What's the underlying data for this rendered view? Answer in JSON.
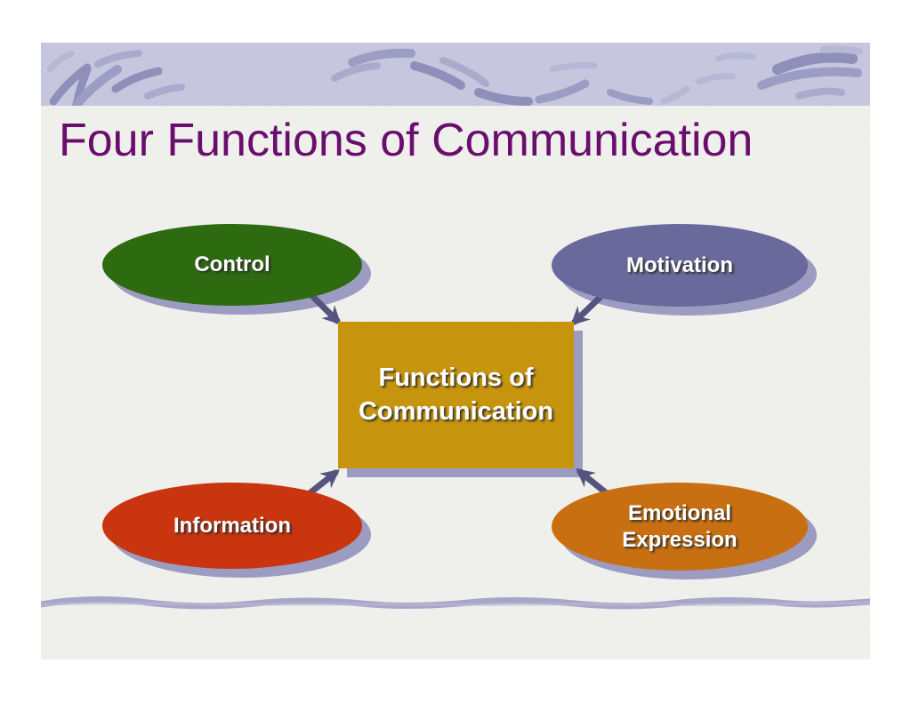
{
  "slide": {
    "title": "Four Functions of Communication",
    "center_box": {
      "label": "Functions of Communication",
      "color": "#c7940e"
    },
    "nodes": {
      "control": {
        "label": "Control",
        "color": "#2e6a10"
      },
      "motivation": {
        "label": "Motivation",
        "color": "#69699b"
      },
      "information": {
        "label": "Information",
        "color": "#c8350f"
      },
      "emotional": {
        "label": "Emotional Expression",
        "color": "#c86f12"
      }
    },
    "colors": {
      "title": "#6a0e6d",
      "band": "#c6c6de",
      "slide_background": "#f0f0ed",
      "page_background": "#ffffff",
      "shape_shadow": "#9c9cc2",
      "arrow": "#54547e",
      "label_text": "#ffffff",
      "divider": "#a6a6c9"
    }
  }
}
